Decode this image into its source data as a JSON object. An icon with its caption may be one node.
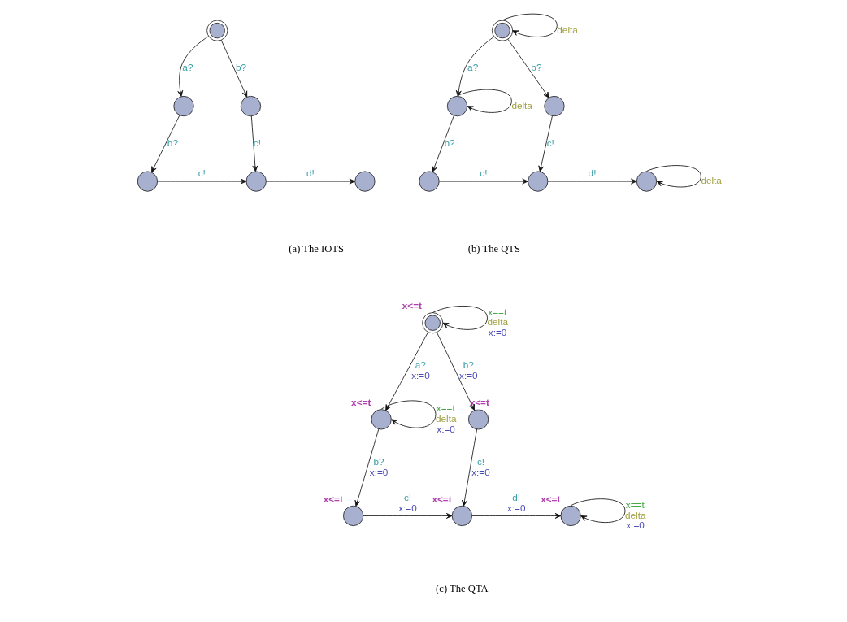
{
  "diagram": {
    "nodes": [
      {
        "text": [],
        "shape": "circle"
      },
      {
        "text": [],
        "shape": "circle"
      },
      {
        "text": [],
        "shape": "circle"
      },
      {
        "text": [],
        "shape": "circle"
      },
      {
        "text": [],
        "shape": "circle"
      },
      {
        "text": [],
        "shape": "circle"
      },
      {
        "text": [],
        "shape": "circle"
      },
      {
        "text": [],
        "shape": "circle"
      },
      {
        "text": [],
        "shape": "circle"
      },
      {
        "text": [],
        "shape": "circle"
      },
      {
        "text": [],
        "shape": "circle"
      },
      {
        "text": [],
        "shape": "circle"
      },
      {
        "text": [],
        "shape": "circle",
        "beside": [
          "x<=t"
        ]
      },
      {
        "text": [],
        "shape": "circle",
        "beside": [
          "x<=t"
        ]
      },
      {
        "text": [],
        "shape": "circle",
        "beside": [
          "x<=t"
        ]
      },
      {
        "text": [],
        "shape": "circle",
        "beside": [
          "x<=t"
        ]
      },
      {
        "text": [],
        "shape": "circle",
        "beside": [
          "x<=t"
        ]
      },
      {
        "text": [],
        "shape": "circle",
        "beside": [
          "x<=t"
        ]
      }
    ],
    "edges": [
      {
        "from": 0,
        "to": 1,
        "arrow": "to",
        "label": "a?"
      },
      {
        "from": 0,
        "to": 2,
        "arrow": "to",
        "label": "b?"
      },
      {
        "from": 1,
        "to": 3,
        "arrow": "to",
        "label": "b?"
      },
      {
        "from": 2,
        "to": 4,
        "arrow": "to",
        "label": "c!"
      },
      {
        "from": 3,
        "to": 4,
        "arrow": "to",
        "label": "c!"
      },
      {
        "from": 4,
        "to": 5,
        "arrow": "to",
        "label": "d!"
      },
      {
        "from": 6,
        "to": 6,
        "arrow": "to",
        "label": "delta"
      },
      {
        "from": 6,
        "to": 7,
        "arrow": "to",
        "label": "a?"
      },
      {
        "from": 6,
        "to": 8,
        "arrow": "to",
        "label": "b?"
      },
      {
        "from": 7,
        "to": 7,
        "arrow": "to",
        "label": "delta"
      },
      {
        "from": 7,
        "to": 9,
        "arrow": "to",
        "label": "b?"
      },
      {
        "from": 8,
        "to": 10,
        "arrow": "to",
        "label": "c!"
      },
      {
        "from": 9,
        "to": 10,
        "arrow": "to",
        "label": "c!"
      },
      {
        "from": 10,
        "to": 11,
        "arrow": "to",
        "label": "d!"
      },
      {
        "from": 11,
        "to": 11,
        "arrow": "to",
        "label": "delta"
      },
      {
        "from": 12,
        "to": 12,
        "arrow": "to",
        "label": "x==t delta x:=0"
      },
      {
        "from": 12,
        "to": 13,
        "arrow": "to",
        "label": "a? x:=0"
      },
      {
        "from": 12,
        "to": 14,
        "arrow": "to",
        "label": "b? x:=0"
      },
      {
        "from": 13,
        "to": 13,
        "arrow": "to",
        "label": "x==t delta x:=0"
      },
      {
        "from": 13,
        "to": 15,
        "arrow": "to",
        "label": "b? x:=0"
      },
      {
        "from": 14,
        "to": 16,
        "arrow": "to",
        "label": "c! x:=0"
      },
      {
        "from": 15,
        "to": 16,
        "arrow": "to",
        "label": "c! x:=0"
      },
      {
        "from": 16,
        "to": 17,
        "arrow": "to",
        "label": "d! x:=0"
      },
      {
        "from": 17,
        "to": 17,
        "arrow": "to",
        "label": "x==t delta x:=0"
      }
    ],
    "labels": [
      "(a) The IOTS",
      "(b) The QTS",
      "(c) The QTA"
    ]
  }
}
